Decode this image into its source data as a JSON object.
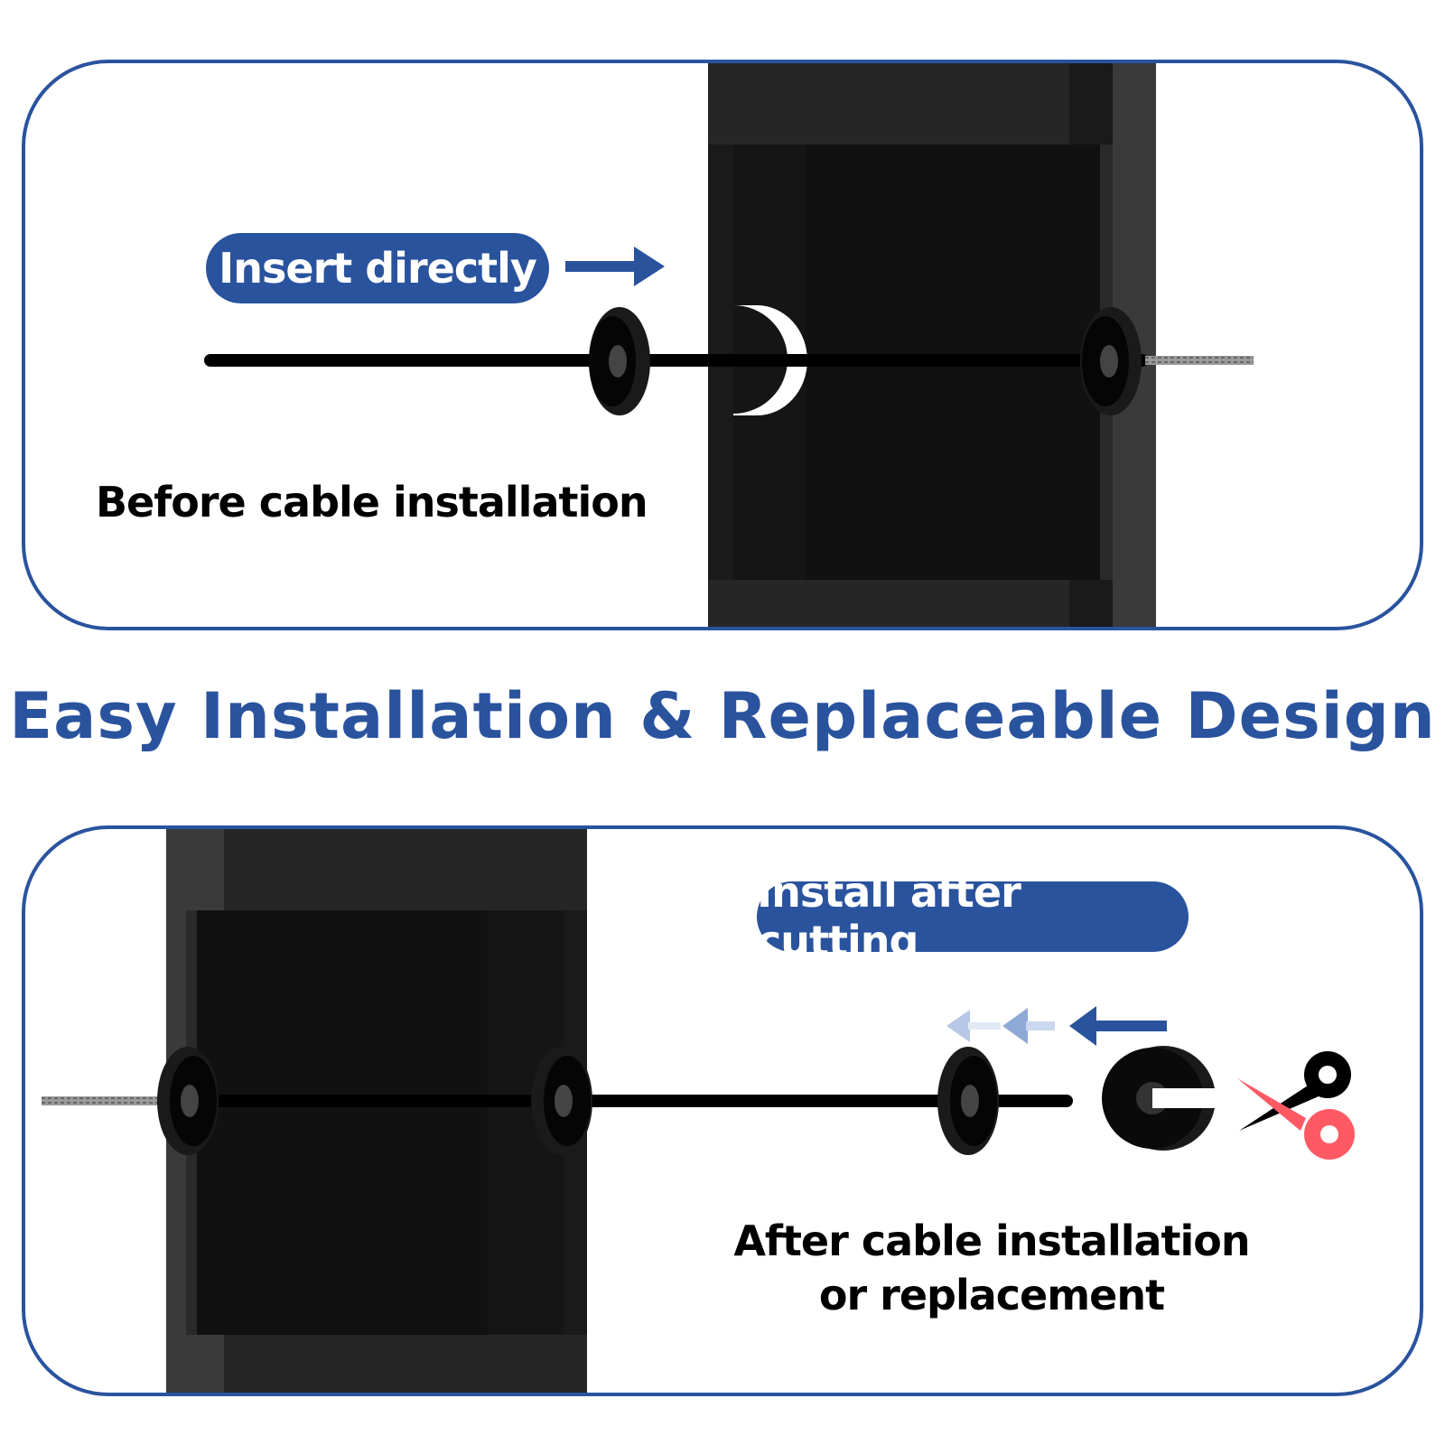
{
  "headline": "Easy Installation & Replaceable Design",
  "top_panel": {
    "badge": "Insert directly",
    "caption": "Before cable installation"
  },
  "bottom_panel": {
    "badge": "Install after cutting",
    "caption_line1": "After cable installation",
    "caption_line2": "or replacement"
  },
  "colors": {
    "accent_blue": "#2a539e",
    "scissors_red": "#ff5a64",
    "post_black": "#111111"
  },
  "icons": [
    "arrow-right-icon",
    "arrow-left-icon",
    "scissors-icon",
    "grommet-icon",
    "split-grommet-icon"
  ]
}
